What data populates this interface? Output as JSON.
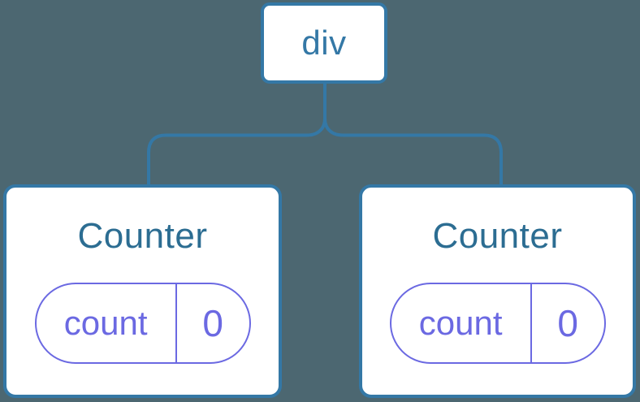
{
  "diagram": {
    "root": {
      "label": "div"
    },
    "nodes": [
      {
        "title": "Counter",
        "state_key": "count",
        "state_value": "0"
      },
      {
        "title": "Counter",
        "state_key": "count",
        "state_value": "0"
      }
    ],
    "colors": {
      "background": "#4C6771",
      "node_stroke_blue": "#3478A6",
      "component_title_blue": "#2C6D92",
      "state_purple": "#6B69E2",
      "node_fill": "#FFFFFF"
    }
  }
}
